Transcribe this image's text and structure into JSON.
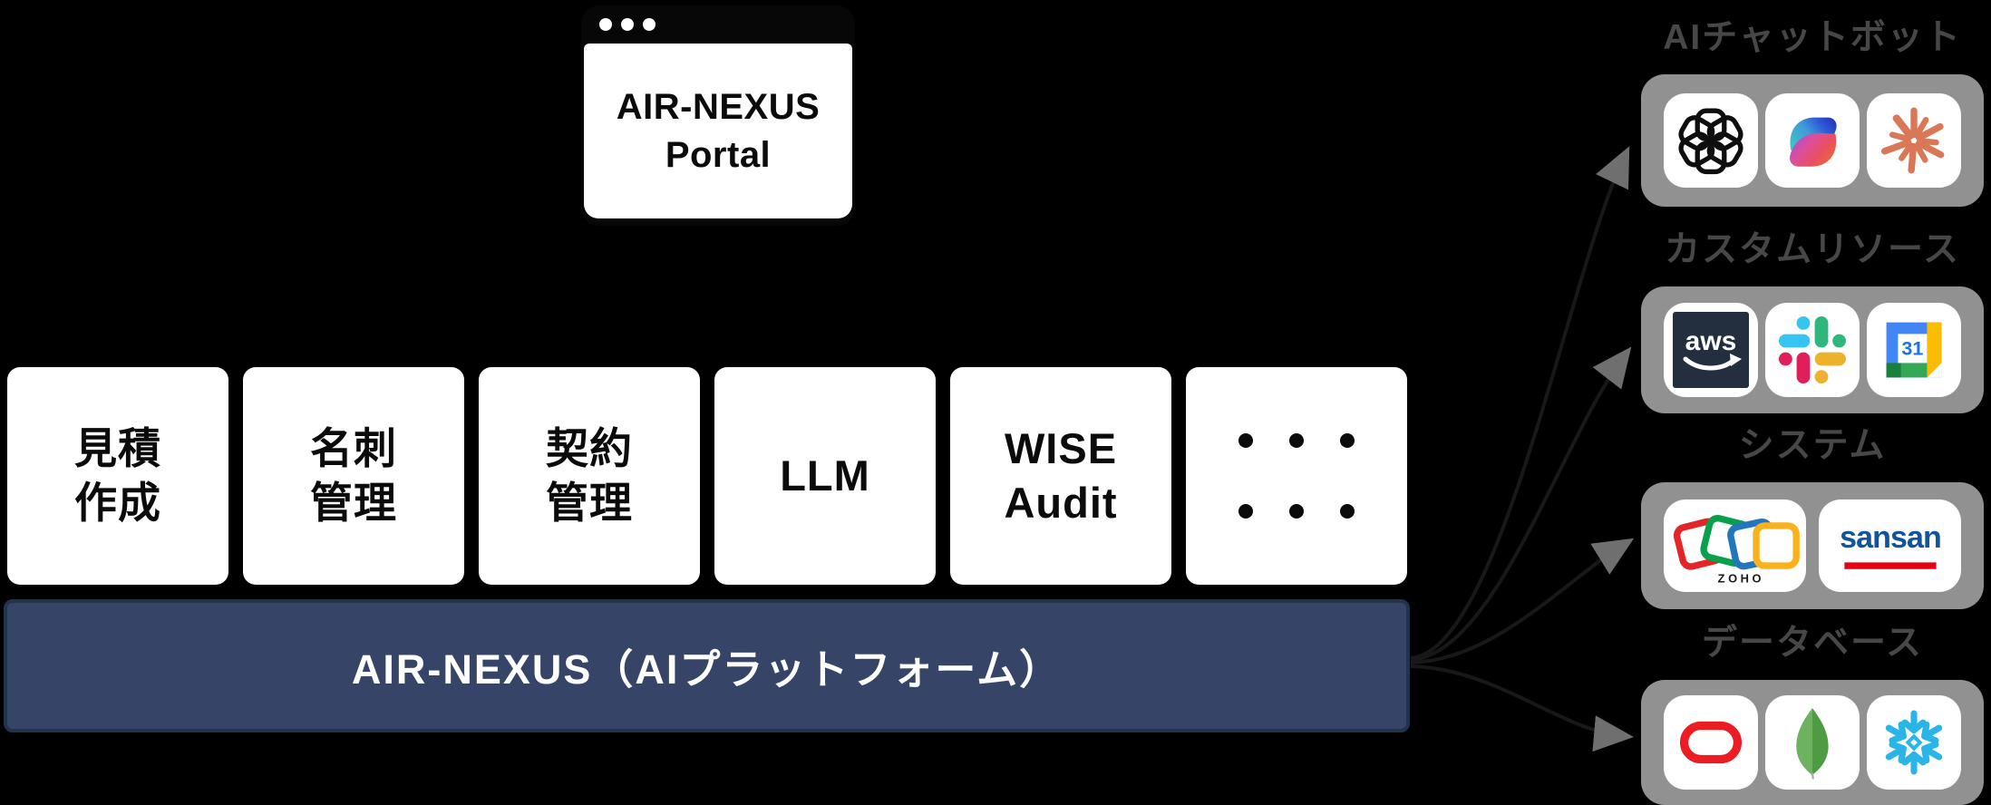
{
  "portal_window": {
    "title_line1": "AIR-NEXUS",
    "title_line2": "Portal"
  },
  "app_boxes": [
    {
      "line1": "見積",
      "line2": "作成"
    },
    {
      "line1": "名刺",
      "line2": "管理"
    },
    {
      "line1": "契約",
      "line2": "管理"
    },
    {
      "line1": "LLM",
      "line2": ""
    },
    {
      "line1": "WISE",
      "line2": "Audit"
    },
    {
      "type": "dots"
    }
  ],
  "platform_bar": {
    "label": "AIR-NEXUS（AIプラットフォーム）"
  },
  "groups": [
    {
      "title": "AIチャットボット",
      "icons": [
        "openai",
        "copilot",
        "claude"
      ]
    },
    {
      "title": "カスタムリソース",
      "icons": [
        "aws",
        "slack",
        "google-calendar"
      ]
    },
    {
      "title": "システム",
      "icons": [
        "zoho",
        "sansan"
      ]
    },
    {
      "title": "データベース",
      "icons": [
        "oracle",
        "mongodb",
        "snowflake"
      ]
    }
  ],
  "icon_texts": {
    "aws": "aws",
    "calendar_day": "31",
    "zoho": "Z O H O",
    "sansan": "sansan"
  },
  "colors": {
    "background": "#000000",
    "platform_bar_bg": "#364468",
    "platform_bar_border": "#24334D",
    "tray_bg": "#919191",
    "group_title": "#474747",
    "claude_coral": "#D97757",
    "oracle_red": "#EC1C24",
    "snowflake_blue": "#29B5E8",
    "sansan_blue": "#11549E",
    "sansan_red": "#E50012"
  }
}
